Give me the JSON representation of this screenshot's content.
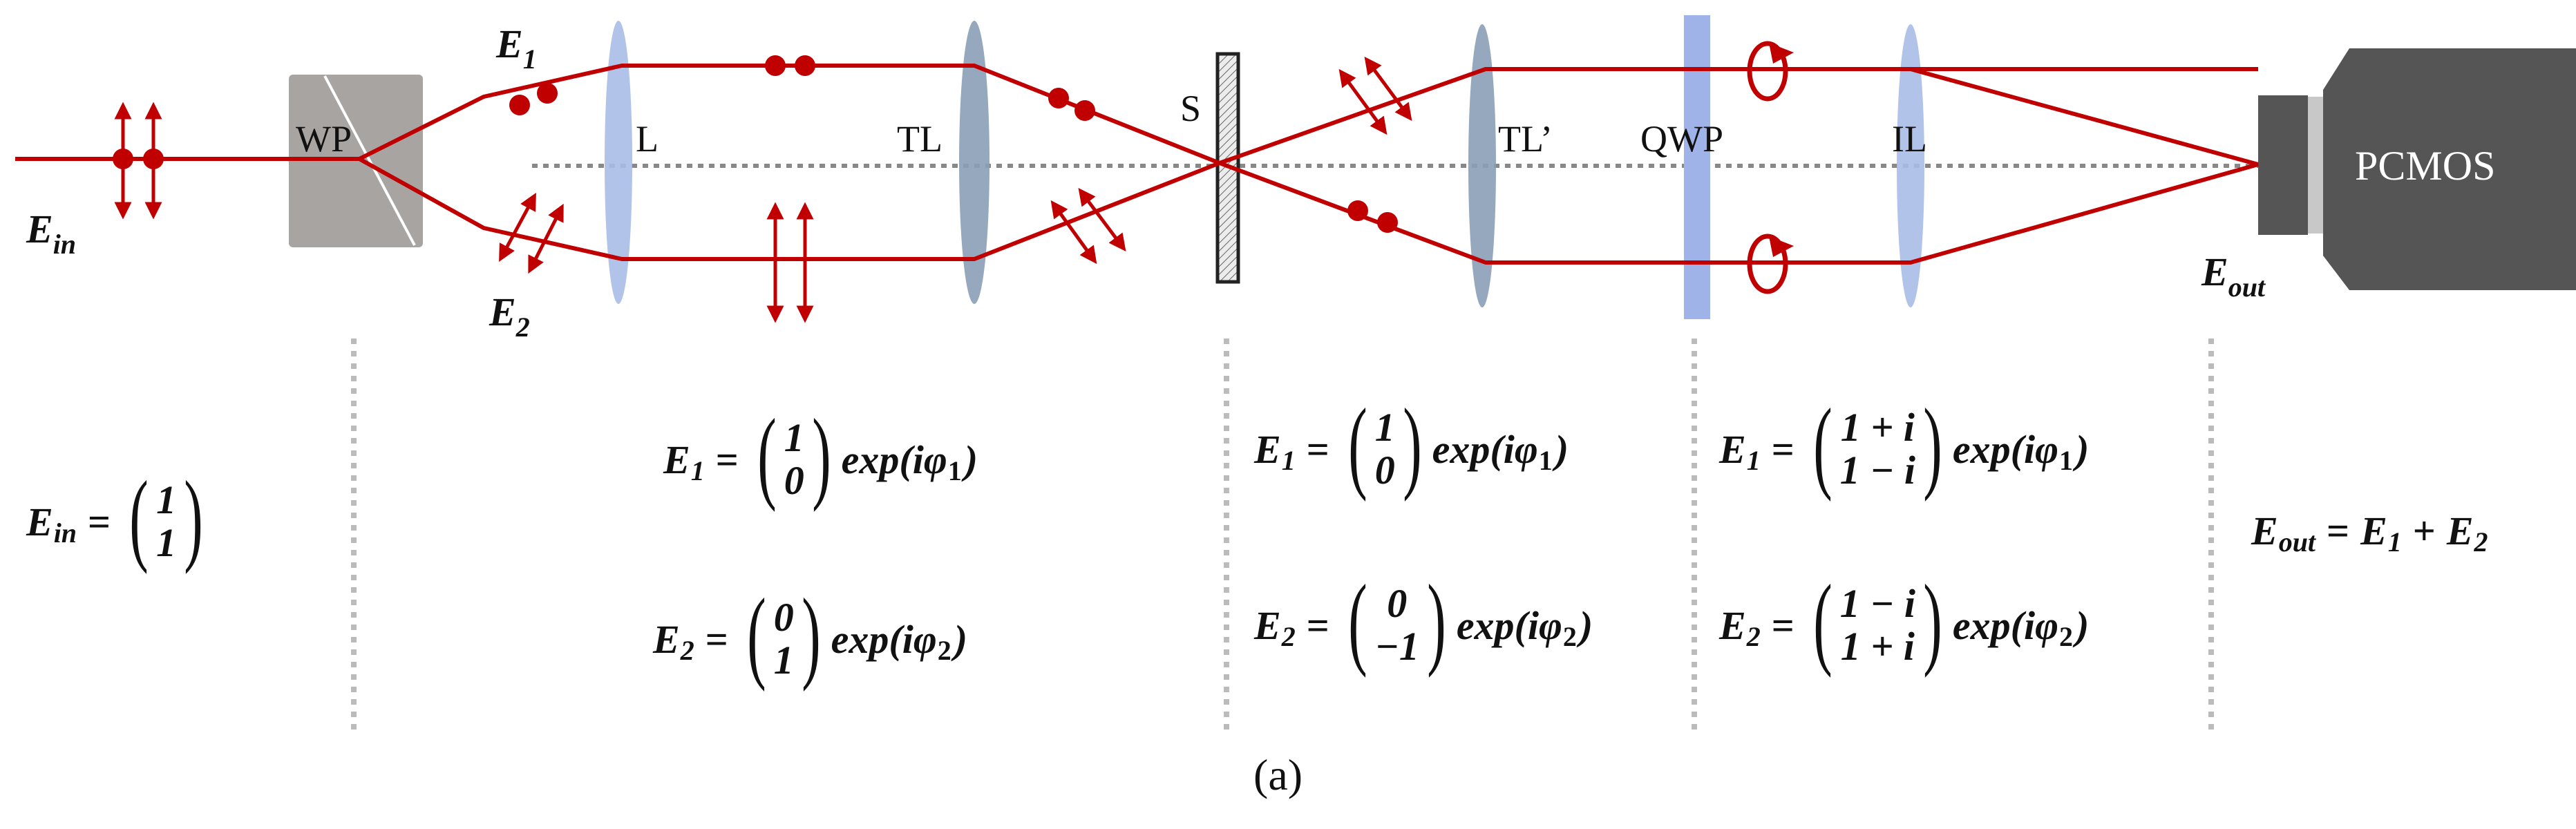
{
  "components": {
    "wp": "WP",
    "l": "L",
    "tl": "TL",
    "s": "S",
    "tl_prime": "TL’",
    "qwp": "QWP",
    "il": "IL",
    "camera": "PCMOS"
  },
  "fields": {
    "e_in": {
      "base": "E",
      "sub": "in"
    },
    "e1": {
      "base": "E",
      "sub": "1"
    },
    "e2": {
      "base": "E",
      "sub": "2"
    },
    "e_out": {
      "base": "E",
      "sub": "out"
    }
  },
  "equations": {
    "e_in": {
      "lhs": "E",
      "lhs_sub": "in",
      "vec_top": "1",
      "vec_bot": "1"
    },
    "stage2_e1": {
      "lhs": "E",
      "lhs_sub": "1",
      "vec_top": "1",
      "vec_bot": "0",
      "factor": "exp(iφ",
      "factor_sub": "1",
      "factor_end": ")"
    },
    "stage2_e2": {
      "lhs": "E",
      "lhs_sub": "2",
      "vec_top": "0",
      "vec_bot": "1",
      "factor": "exp(iφ",
      "factor_sub": "2",
      "factor_end": ")"
    },
    "stage3_e1": {
      "lhs": "E",
      "lhs_sub": "1",
      "vec_top": "1",
      "vec_bot": "0",
      "factor": "exp(iφ",
      "factor_sub": "1",
      "factor_end": ")"
    },
    "stage3_e2": {
      "lhs": "E",
      "lhs_sub": "2",
      "vec_top": "0",
      "vec_bot": "−1",
      "factor": "exp(iφ",
      "factor_sub": "2",
      "factor_end": ")"
    },
    "stage4_e1": {
      "lhs": "E",
      "lhs_sub": "1",
      "vec_top": "1 + i",
      "vec_bot": "1 − i",
      "factor": "exp(iφ",
      "factor_sub": "1",
      "factor_end": ")"
    },
    "stage4_e2": {
      "lhs": "E",
      "lhs_sub": "2",
      "vec_top": "1 − i",
      "vec_bot": "1 + i",
      "factor": "exp(iφ",
      "factor_sub": "2",
      "factor_end": ")"
    },
    "e_out": {
      "lhs": "E",
      "lhs_sub": "out",
      "t1": "E",
      "t1_sub": "1",
      "plus": "+",
      "t2": "E",
      "t2_sub": "2"
    }
  },
  "caption": "(a)",
  "colors": {
    "beam": "#c00000",
    "lens": "#a9bde6",
    "tube_lens": "#8a9fb6",
    "qwp": "#9fb3e8",
    "prism": "#a8a4a2",
    "camera": "#555555",
    "axis": "#888888",
    "separator": "#bbbbbb"
  }
}
